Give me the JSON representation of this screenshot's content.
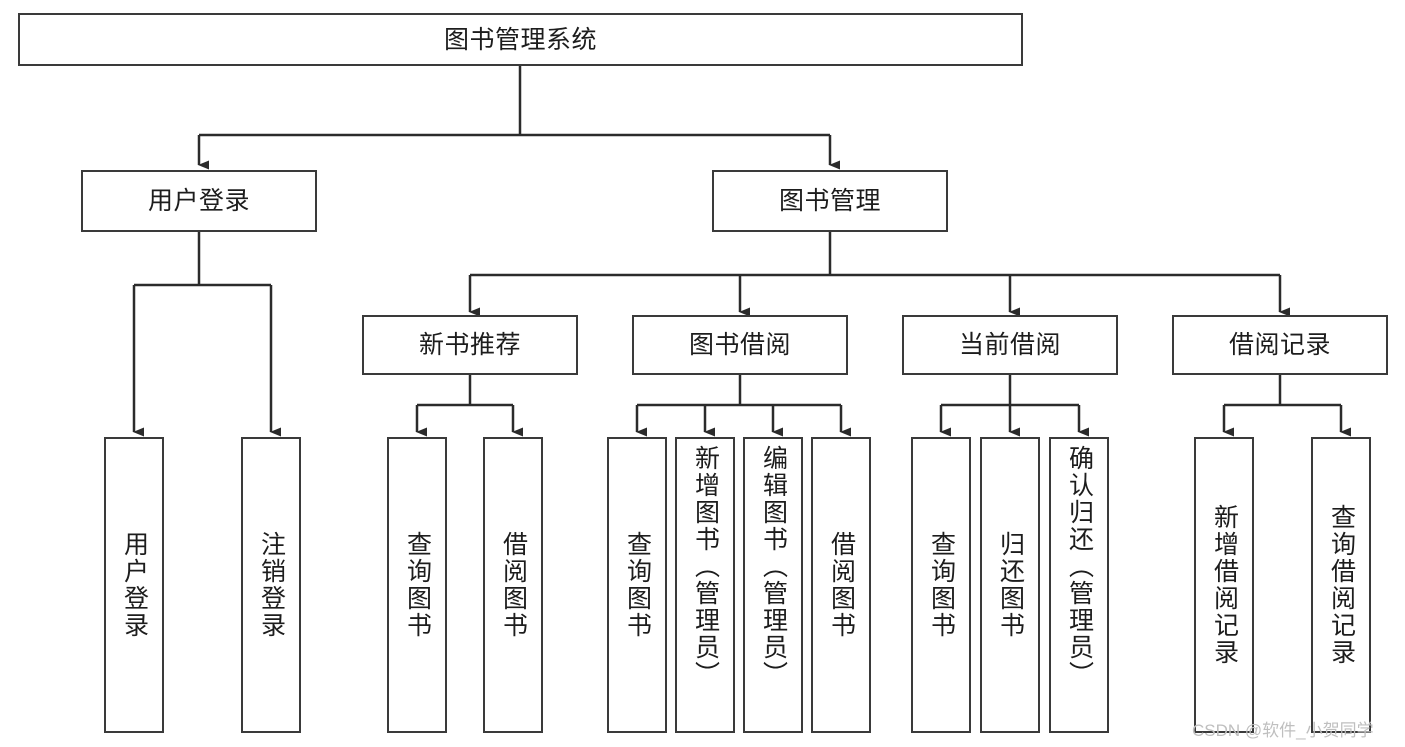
{
  "diagram": {
    "title": "图书管理系统",
    "type": "tree",
    "root": {
      "label": "图书管理系统"
    },
    "level2": [
      {
        "label": "用户登录"
      },
      {
        "label": "图书管理"
      }
    ],
    "level3": [
      {
        "label": "新书推荐"
      },
      {
        "label": "图书借阅"
      },
      {
        "label": "当前借阅"
      },
      {
        "label": "借阅记录"
      }
    ],
    "leaves": {
      "user_login": [
        {
          "label": "用户登录"
        },
        {
          "label": "注销登录"
        }
      ],
      "new_book_recommend": [
        {
          "label": "查询图书"
        },
        {
          "label": "借阅图书"
        }
      ],
      "book_borrow": [
        {
          "label": "查询图书"
        },
        {
          "label": "新增图书（管理员）"
        },
        {
          "label": "编辑图书（管理员）"
        },
        {
          "label": "借阅图书"
        }
      ],
      "current_borrow": [
        {
          "label": "查询图书"
        },
        {
          "label": "归还图书"
        },
        {
          "label": "确认归还（管理员）"
        }
      ],
      "borrow_record": [
        {
          "label": "新增借阅记录"
        },
        {
          "label": "查询借阅记录"
        }
      ]
    }
  },
  "watermark": {
    "text": "CSDN @软件_小贺同学"
  },
  "colors": {
    "stroke": "#3a3a3a",
    "text": "#1d1d1d",
    "background": "#ffffff",
    "watermark": "#bfbfbf"
  }
}
